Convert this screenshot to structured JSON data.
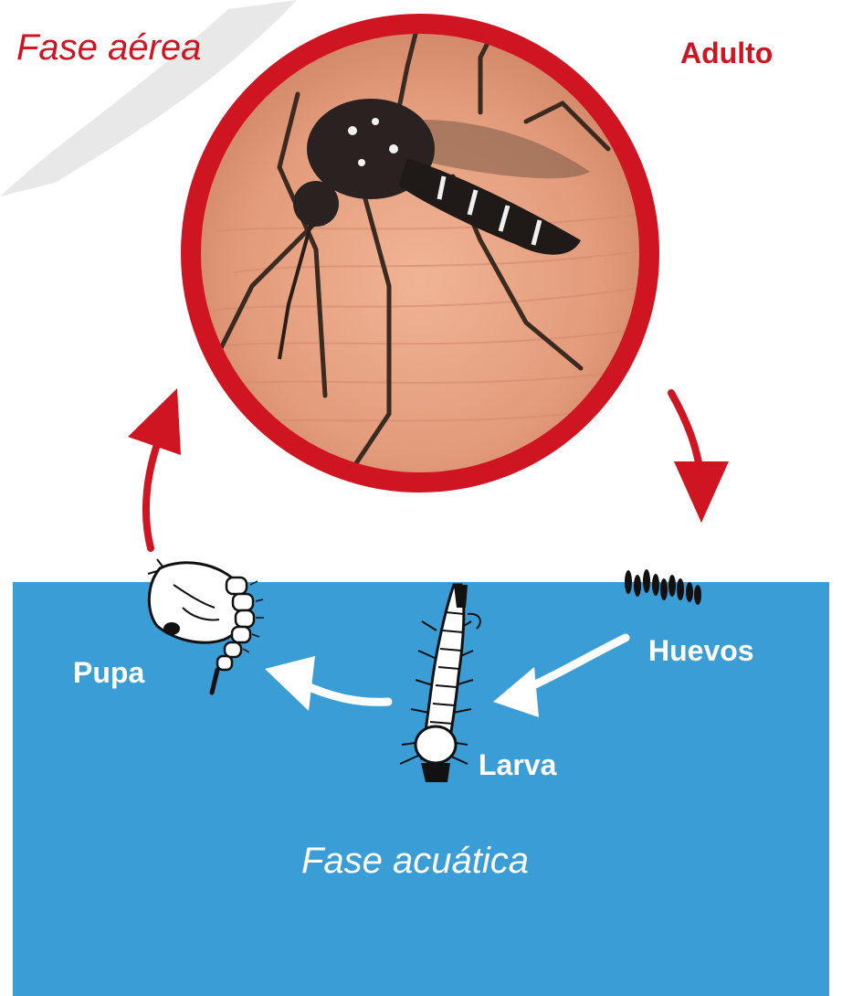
{
  "phases": {
    "air_label": "Fase aérea",
    "aquatic_label": "Fase acuática"
  },
  "stages": {
    "adult": "Adulto",
    "eggs": "Huevos",
    "larva": "Larva",
    "pupa": "Pupa"
  },
  "colors": {
    "accent_red": "#cf1422",
    "water_blue": "#3a9dd6",
    "skin": "#e9a584"
  }
}
